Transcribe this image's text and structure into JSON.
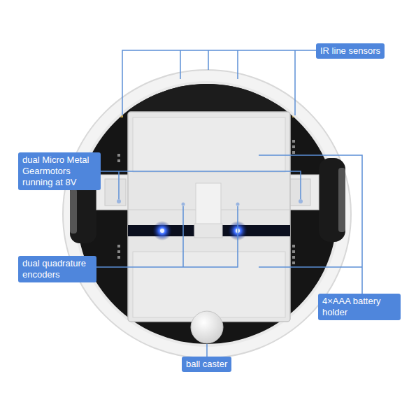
{
  "diagram": {
    "nodes": [
      {
        "text": [
          "IR line sensors"
        ]
      },
      {
        "text": [
          "dual Micro Metal Gearmotors running at 8V"
        ]
      },
      {
        "text": [
          "dual quadrature encoders"
        ]
      },
      {
        "text": [
          "4×AAA battery holder"
        ]
      },
      {
        "text": [
          "ball caster"
        ]
      }
    ]
  }
}
